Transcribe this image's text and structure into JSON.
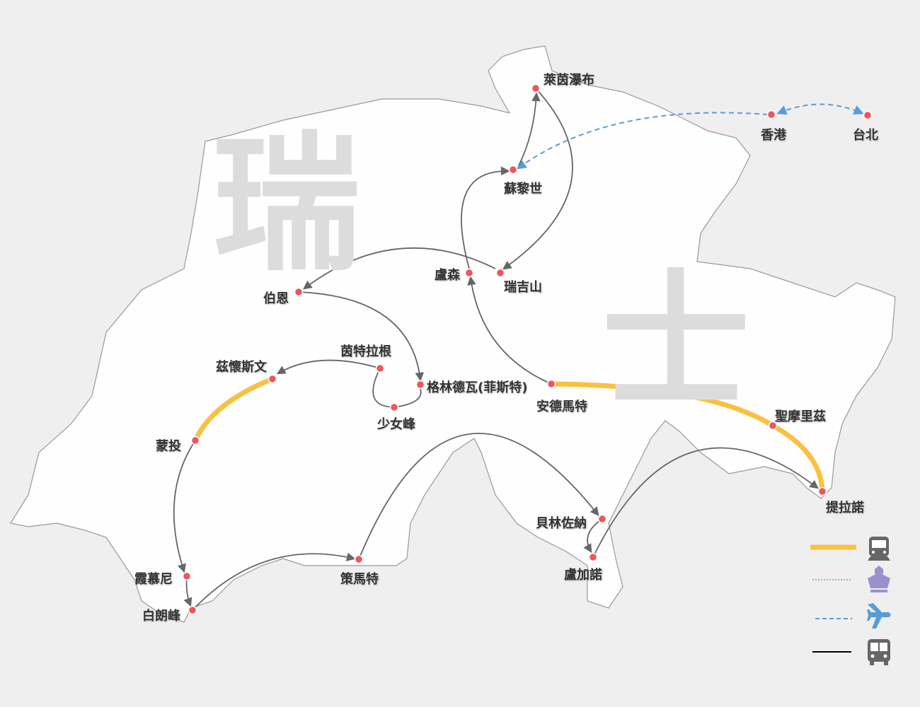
{
  "title_watermark": [
    "瑞",
    "士"
  ],
  "cities": {
    "rhine_falls": "萊茵瀑布",
    "zurich": "蘇黎世",
    "hong_kong": "香港",
    "taipei": "台北",
    "rigi": "瑞吉山",
    "lucerne": "盧森",
    "bern": "伯恩",
    "interlaken": "茵特拉根",
    "grindelwald": "格林德瓦(菲斯特)",
    "jungfrau": "少女峰",
    "zweisimmen": "茲懷斯文",
    "andermatt": "安德馬特",
    "st_moritz": "聖摩里茲",
    "tirano": "提拉諾",
    "montreux": "蒙投",
    "bellinzona": "貝林佐納",
    "lugano": "盧加諾",
    "zermatt": "策馬特",
    "chamonix": "霞慕尼",
    "mont_blanc": "白朗峰"
  },
  "legend": [
    {
      "mode": "train-icon",
      "line": "solid-thick",
      "color": "#f9c140"
    },
    {
      "mode": "ship-icon",
      "line": "dotted",
      "color": "#9b8fcf"
    },
    {
      "mode": "plane-icon",
      "line": "dashed",
      "color": "#5b9bd8"
    },
    {
      "mode": "bus-icon",
      "line": "solid",
      "color": "#000000"
    }
  ],
  "colors": {
    "dot": "#f0545c",
    "route": "#666666",
    "train": "#f9c140",
    "flight": "#5b9bd8"
  }
}
